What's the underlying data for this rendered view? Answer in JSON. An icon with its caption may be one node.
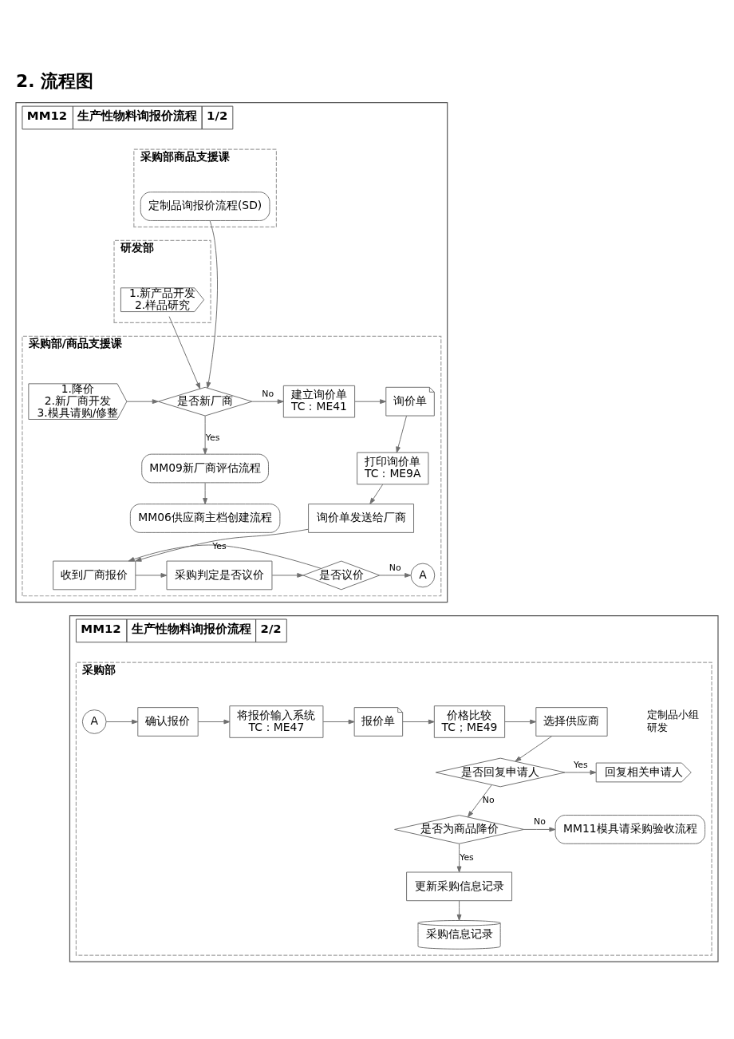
{
  "diagram": {
    "title": "2. 流程图",
    "nodes": [
      {
        "text": [
          "MM12",
          "生产性物料询报价流程",
          "1/2"
        ]
      },
      {
        "text": [
          "采购部商品支援课"
        ],
        "in": 0
      },
      {
        "text": [
          "定制品询报价流程(SD)"
        ],
        "in": 1
      },
      {
        "text": [
          "研发部"
        ],
        "in": 0
      },
      {
        "text": [
          "1.新产品开发",
          "2.样品研究"
        ],
        "in": 3
      },
      {
        "text": [
          "采购部/商品支援课"
        ],
        "in": 0
      },
      {
        "text": [
          "1.降价",
          "2.新厂商开发",
          "3.模具请购/修整"
        ],
        "in": 5
      },
      {
        "text": [
          "是否新厂商"
        ],
        "in": 5
      },
      {
        "text": [
          "建立询价单",
          "TC：ME41"
        ],
        "in": 5
      },
      {
        "text": [
          "询价单"
        ],
        "in": 5
      },
      {
        "text": [
          "MM09新厂商评估流程"
        ],
        "in": 5
      },
      {
        "text": [
          "打印询价单",
          "TC：ME9A"
        ],
        "in": 5
      },
      {
        "text": [
          "MM06供应商主档创建流程"
        ],
        "in": 5
      },
      {
        "text": [
          "询价单发送给厂商"
        ],
        "in": 5
      },
      {
        "text": [
          "收到厂商报价"
        ],
        "in": 5
      },
      {
        "text": [
          "采购判定是否议价"
        ],
        "in": 5
      },
      {
        "text": [
          "是否议价"
        ],
        "in": 5
      },
      {
        "text": [
          "A"
        ],
        "in": 5
      },
      {
        "text": [
          "MM12",
          "生产性物料询报价流程",
          "2/2"
        ]
      },
      {
        "text": [
          "采购部"
        ],
        "in": 18
      },
      {
        "text": [
          "A"
        ],
        "in": 19
      },
      {
        "text": [
          "确认报价"
        ],
        "in": 19
      },
      {
        "text": [
          "将报价输入系统",
          "TC：ME47"
        ],
        "in": 19
      },
      {
        "text": [
          "报价单"
        ],
        "in": 19
      },
      {
        "text": [
          "价格比较",
          "TC；ME49"
        ],
        "in": 19
      },
      {
        "text": [
          "选择供应商"
        ],
        "in": 19
      },
      {
        "text": [
          "是否回复申请人"
        ],
        "in": 19
      },
      {
        "text": [
          "回复相关申请人"
        ],
        "in": 19
      },
      {
        "text": [
          "是否为商品降价"
        ],
        "in": 19
      },
      {
        "text": [
          "MM11模具请采购验收流程"
        ],
        "in": 19
      },
      {
        "text": [
          "更新采购信息记录"
        ],
        "in": 19
      },
      {
        "text": [
          "采购信息记录"
        ],
        "in": 19
      }
    ],
    "edges": [
      {
        "from": 2,
        "to": 7,
        "arrow": "to"
      },
      {
        "from": 4,
        "to": 7,
        "arrow": "to"
      },
      {
        "from": 6,
        "to": 7,
        "arrow": "to"
      },
      {
        "from": 7,
        "to": 8,
        "arrow": "to",
        "label": "No"
      },
      {
        "from": 7,
        "to": 10,
        "arrow": "to",
        "label": "Yes"
      },
      {
        "from": 8,
        "to": 9,
        "arrow": "to"
      },
      {
        "from": 9,
        "to": 11,
        "arrow": "to"
      },
      {
        "from": 10,
        "to": 12,
        "arrow": "to"
      },
      {
        "from": 11,
        "to": 13,
        "arrow": "to"
      },
      {
        "from": 13,
        "to": 14,
        "arrow": "to"
      },
      {
        "from": 14,
        "to": 15,
        "arrow": "to"
      },
      {
        "from": 15,
        "to": 16,
        "arrow": "to"
      },
      {
        "from": 16,
        "to": 17,
        "arrow": "to",
        "label": "No"
      },
      {
        "from": 16,
        "to": 14,
        "arrow": "to",
        "label": "Yes"
      },
      {
        "from": 20,
        "to": 21,
        "arrow": "to"
      },
      {
        "from": 21,
        "to": 22,
        "arrow": "to"
      },
      {
        "from": 22,
        "to": 23,
        "arrow": "to"
      },
      {
        "from": 23,
        "to": 24,
        "arrow": "to"
      },
      {
        "from": 24,
        "to": 25,
        "arrow": "to"
      },
      {
        "from": 25,
        "to": 26,
        "arrow": "to"
      },
      {
        "from": 26,
        "to": 27,
        "arrow": "to",
        "label": "Yes"
      },
      {
        "from": 26,
        "to": 28,
        "arrow": "to",
        "label": "No"
      },
      {
        "from": 28,
        "to": 29,
        "arrow": "to",
        "label": "No"
      },
      {
        "from": 28,
        "to": 30,
        "arrow": "to",
        "label": "Yes"
      },
      {
        "from": 30,
        "to": 31,
        "arrow": "to"
      }
    ],
    "labels": [
      "定制品小组",
      "研发"
    ]
  }
}
